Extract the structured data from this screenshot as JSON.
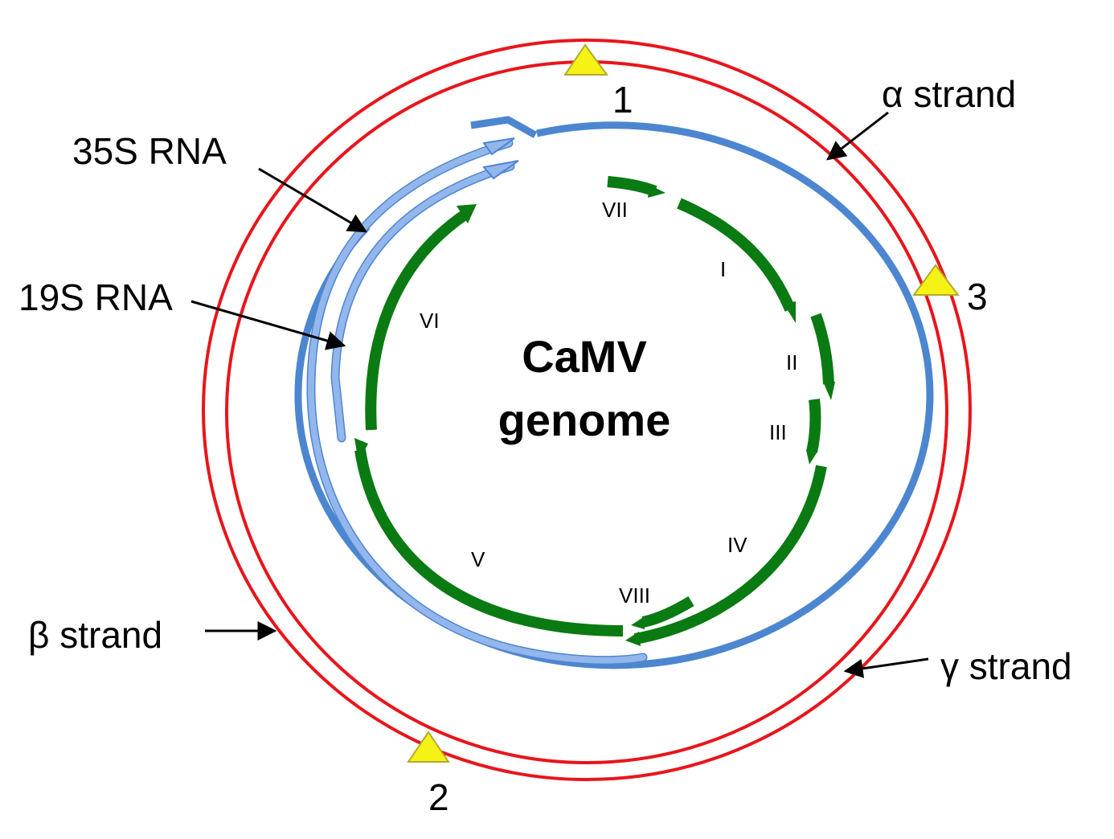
{
  "title": {
    "line1": "CaMV",
    "line2": "genome"
  },
  "labels": {
    "alpha": "α strand",
    "beta": "β strand",
    "gamma": "γ strand",
    "rna35s": "35S RNA",
    "rna19s": "19S RNA"
  },
  "sites": {
    "site1": "1",
    "site2": "2",
    "site3": "3"
  },
  "orfs": {
    "i": "I",
    "ii": "II",
    "iii": "III",
    "iv": "IV",
    "v": "V",
    "vi": "VI",
    "vii": "VII",
    "viii": "VIII"
  },
  "colors": {
    "dna_strand": "#e8151b",
    "genome_ring": "#4d86d0",
    "rna": "#93b6ec",
    "orf": "#0a7a12",
    "site_marker": "#f7f215",
    "text": "#000000"
  }
}
